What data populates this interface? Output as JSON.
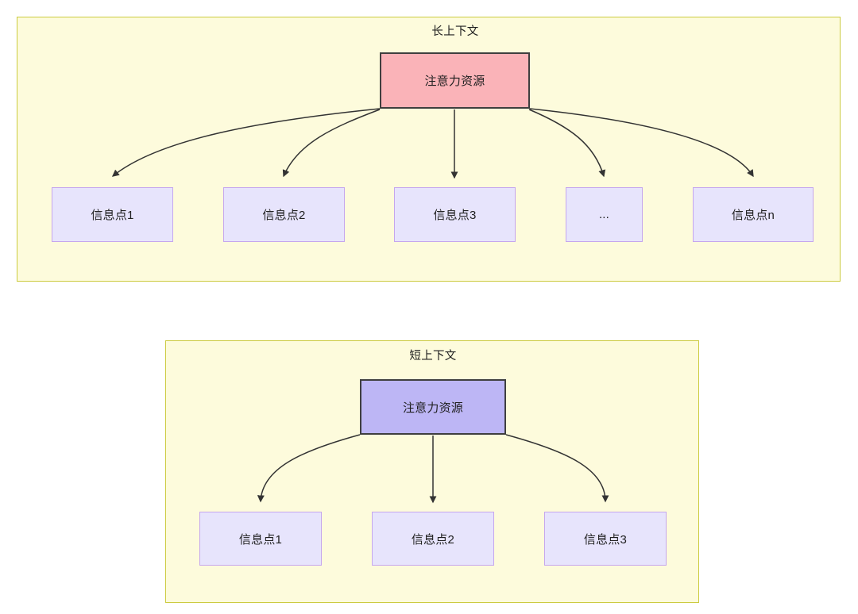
{
  "diagram": {
    "type": "flowchart",
    "background": "#ffffff",
    "colors": {
      "group_fill": "#FDFBDC",
      "group_border": "#CCCB40",
      "root_long_fill": "#FAB3B8",
      "root_short_fill": "#BDB6F5",
      "root_border": "#3F3F3F",
      "leaf_fill": "#E7E4FC",
      "leaf_border": "#C5A6EE",
      "edge_color": "#333333",
      "text_color": "#1f1f1f"
    },
    "groups": [
      {
        "id": "long-context",
        "title": "长上下文",
        "root": {
          "label": "注意力资源"
        },
        "leaves": [
          {
            "label": "信息点1"
          },
          {
            "label": "信息点2"
          },
          {
            "label": "信息点3"
          },
          {
            "label": "..."
          },
          {
            "label": "信息点n"
          }
        ]
      },
      {
        "id": "short-context",
        "title": "短上下文",
        "root": {
          "label": "注意力资源"
        },
        "leaves": [
          {
            "label": "信息点1"
          },
          {
            "label": "信息点2"
          },
          {
            "label": "信息点3"
          }
        ]
      }
    ]
  }
}
